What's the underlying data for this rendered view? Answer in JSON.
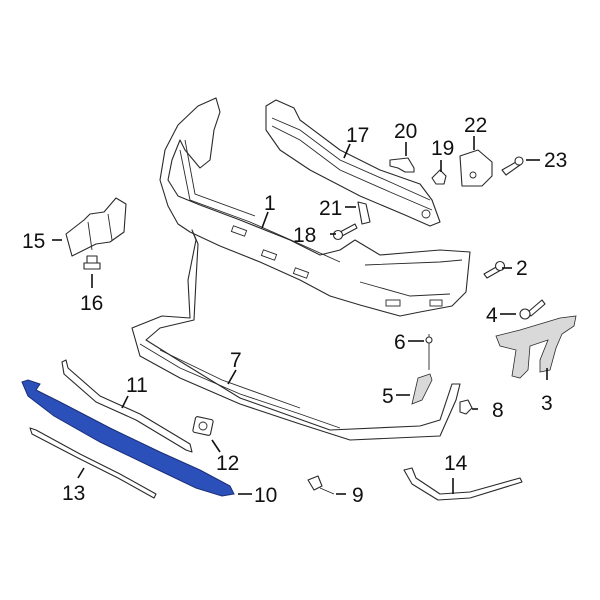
{
  "diagram": {
    "type": "exploded-parts-diagram",
    "subject": "Rear bumper cover assembly",
    "highlight_color": "#2c50b9",
    "line_color": "#2a2a2a",
    "highlighted_part": "10",
    "callouts": [
      {
        "id": "1",
        "label": "1",
        "part": "bumper-cover-upper"
      },
      {
        "id": "2",
        "label": "2",
        "part": "bolt"
      },
      {
        "id": "3",
        "label": "3",
        "part": "side-bracket"
      },
      {
        "id": "4",
        "label": "4",
        "part": "screw"
      },
      {
        "id": "5",
        "label": "5",
        "part": "guide-bracket"
      },
      {
        "id": "6",
        "label": "6",
        "part": "push-pin"
      },
      {
        "id": "7",
        "label": "7",
        "part": "bumper-cover-lower"
      },
      {
        "id": "8",
        "label": "8",
        "part": "clip"
      },
      {
        "id": "9",
        "label": "9",
        "part": "sensor-harness"
      },
      {
        "id": "10",
        "label": "10",
        "part": "valance-panel"
      },
      {
        "id": "11",
        "label": "11",
        "part": "upper-trim-strip"
      },
      {
        "id": "12",
        "label": "12",
        "part": "camera-bracket"
      },
      {
        "id": "13",
        "label": "13",
        "part": "lower-trim-strip"
      },
      {
        "id": "14",
        "label": "14",
        "part": "corner-molding"
      },
      {
        "id": "15",
        "label": "15",
        "part": "heat-shield"
      },
      {
        "id": "16",
        "label": "16",
        "part": "retainer"
      },
      {
        "id": "17",
        "label": "17",
        "part": "impact-bar"
      },
      {
        "id": "18",
        "label": "18",
        "part": "screw"
      },
      {
        "id": "19",
        "label": "19",
        "part": "clip"
      },
      {
        "id": "20",
        "label": "20",
        "part": "bracket"
      },
      {
        "id": "21",
        "label": "21",
        "part": "spacer"
      },
      {
        "id": "22",
        "label": "22",
        "part": "module-bracket"
      },
      {
        "id": "23",
        "label": "23",
        "part": "bolt"
      }
    ]
  }
}
